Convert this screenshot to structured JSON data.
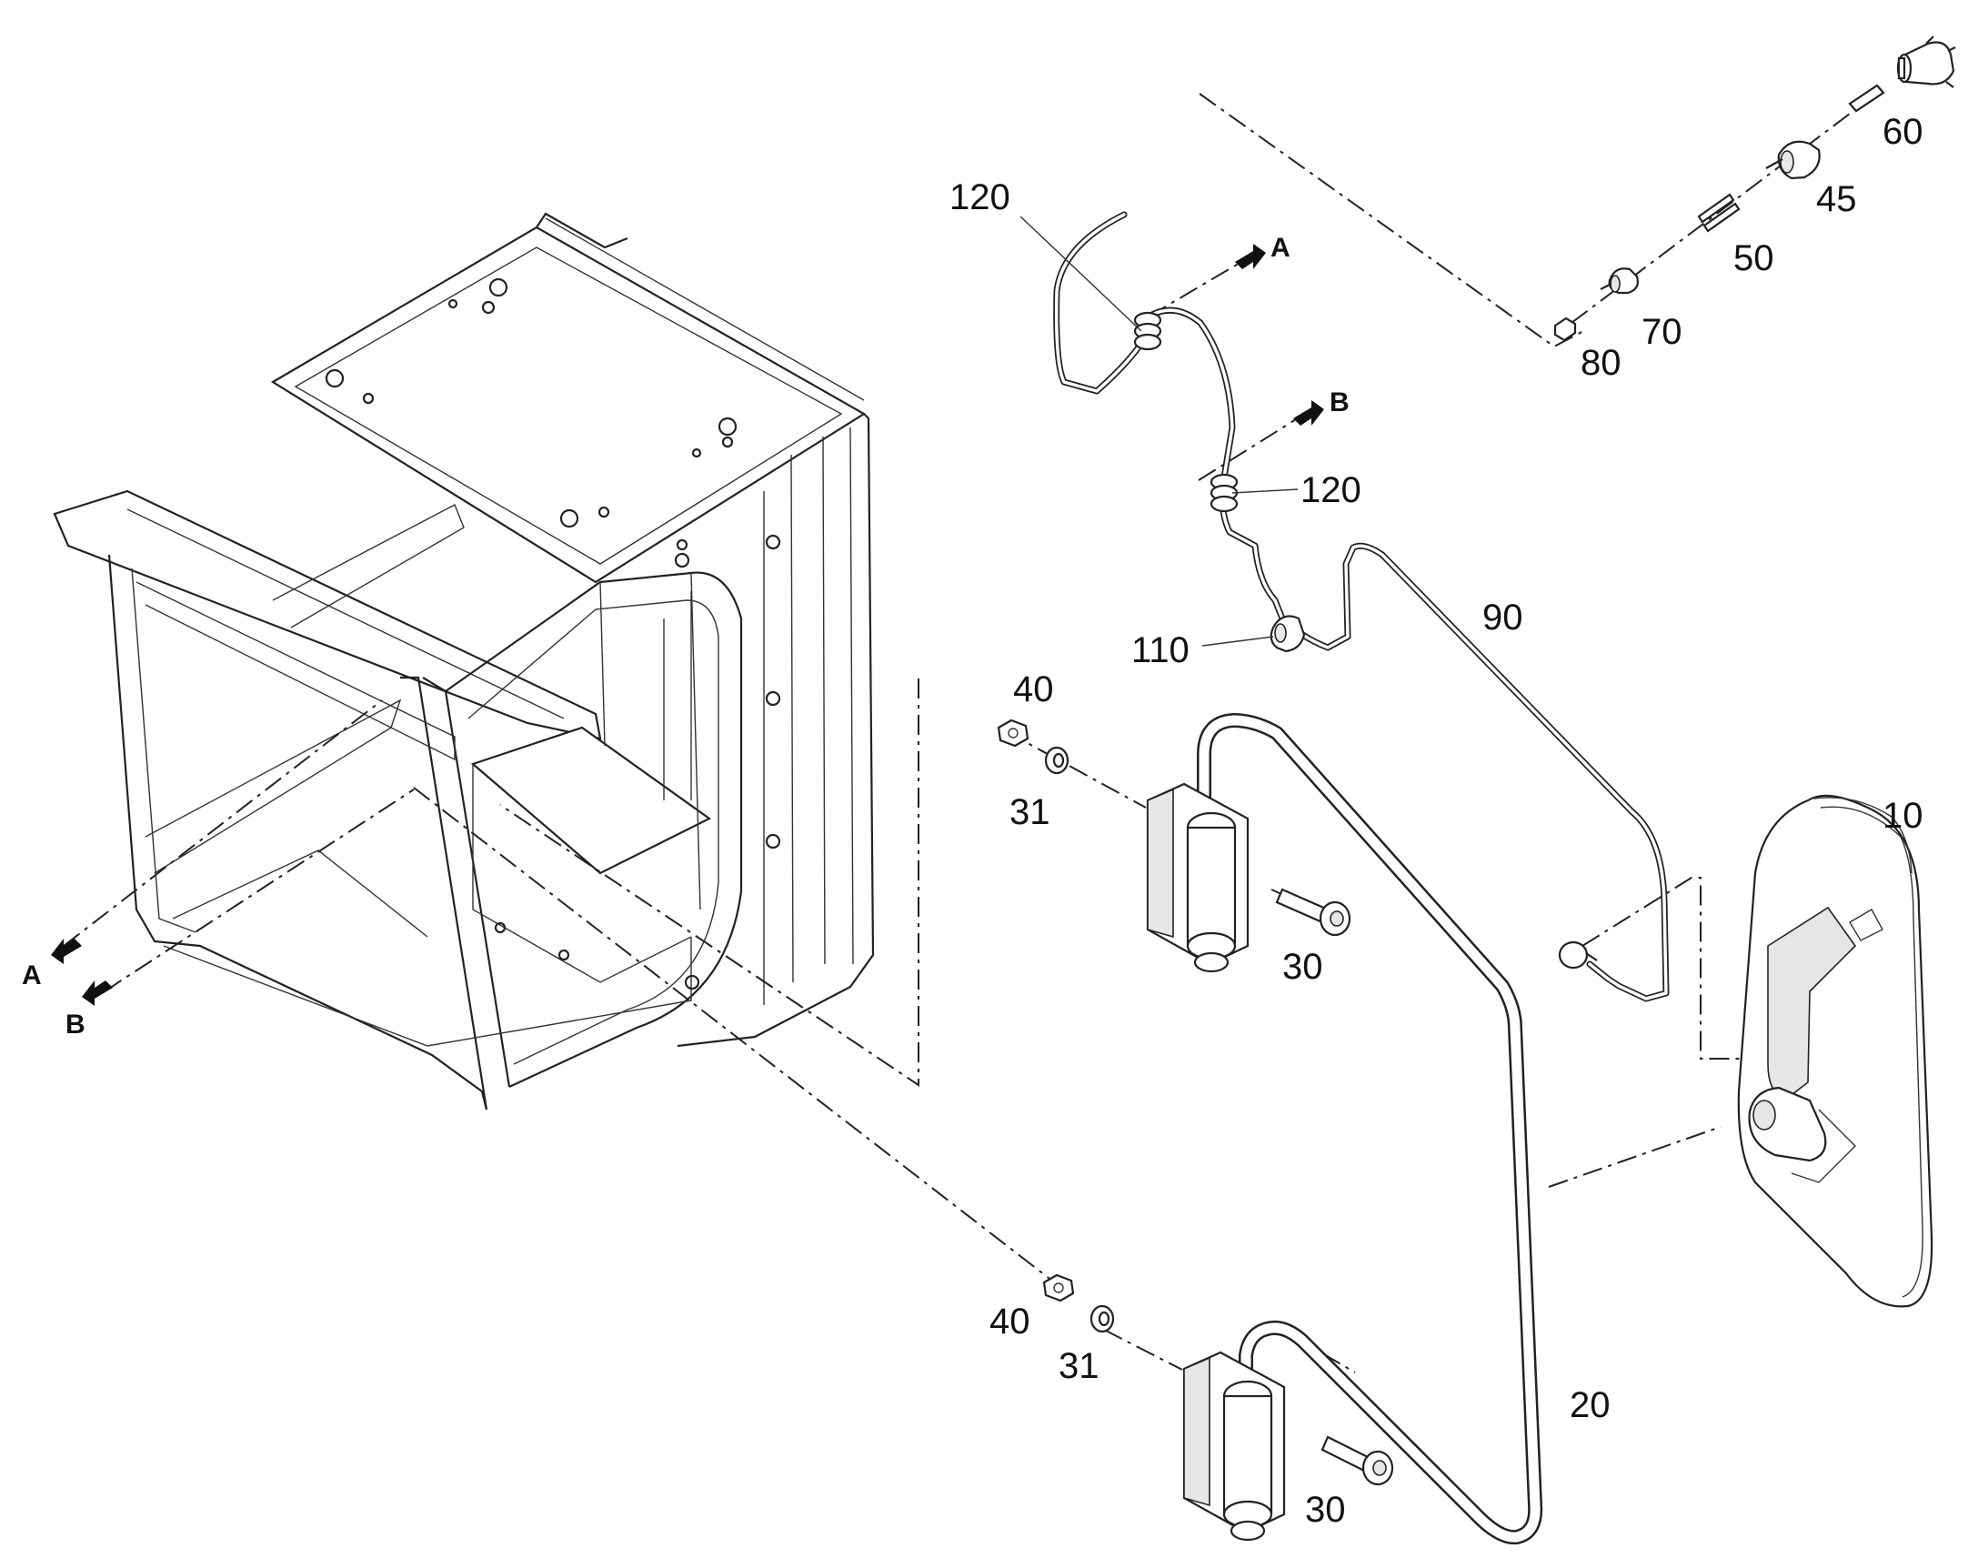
{
  "callouts": {
    "c10": "10",
    "c20": "20",
    "c30a": "30",
    "c30b": "30",
    "c31a": "31",
    "c31b": "31",
    "c40a": "40",
    "c40b": "40",
    "c45": "45",
    "c50": "50",
    "c60": "60",
    "c70": "70",
    "c80": "80",
    "c90": "90",
    "c110": "110",
    "c120a": "120",
    "c120b": "120"
  },
  "refs": {
    "a_top": "A",
    "b_top": "B",
    "a_left": "A",
    "b_left": "B"
  }
}
